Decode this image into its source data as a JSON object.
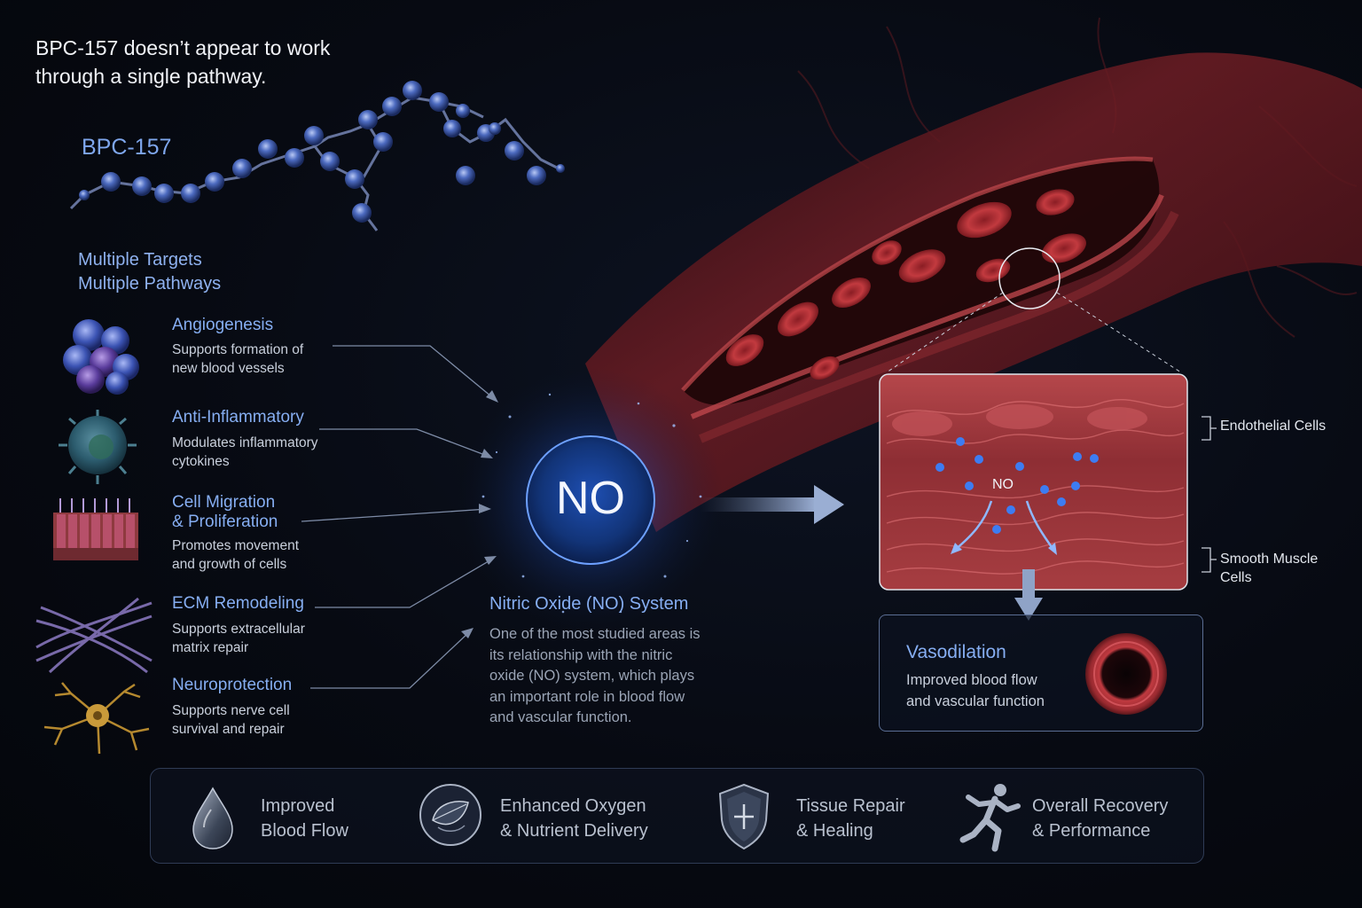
{
  "headline": {
    "line1": "BPC-157 doesn’t appear to work",
    "line2": "through a single pathway."
  },
  "molecule": {
    "label": "BPC-157"
  },
  "targets": {
    "line1": "Multiple Targets",
    "line2": "Multiple Pathways"
  },
  "pathways": [
    {
      "title": "Angiogenesis",
      "line1": "Supports formation of",
      "line2": "new blood vessels",
      "icon": "cell-cluster-icon"
    },
    {
      "title": "Anti-Inflammatory",
      "line1": "Modulates inflammatory",
      "line2": "cytokines",
      "icon": "immune-cell-icon"
    },
    {
      "title": "Cell Migration",
      "title2": "& Proliferation",
      "line1": "Promotes movement",
      "line2": "and growth of cells",
      "icon": "tissue-layer-icon"
    },
    {
      "title": "ECM Remodeling",
      "line1": "Supports extracellular",
      "line2": "matrix repair",
      "icon": "fibers-icon"
    },
    {
      "title": "Neuroprotection",
      "line1": "Supports nerve cell",
      "line2": "survival and repair",
      "icon": "neuron-icon"
    }
  ],
  "no_center": {
    "symbol": "NO",
    "title": "Nitric Oxide (NO) System",
    "desc_lines": [
      "One of the most studied areas is",
      "its relationship with the nitric",
      "oxide (NO) system, which plays",
      "an important role in blood flow",
      "and vascular function."
    ]
  },
  "vessel_detail": {
    "no_label": "NO",
    "endothelial_label": "Endothelial Cells",
    "smooth_label_1": "Smooth Muscle",
    "smooth_label_2": "Cells"
  },
  "vasodilation": {
    "title": "Vasodilation",
    "line1": "Improved blood flow",
    "line2": "and vascular function"
  },
  "benefits": [
    {
      "line1": "Improved",
      "line2": "Blood Flow",
      "icon": "droplet-icon"
    },
    {
      "line1": "Enhanced Oxygen",
      "line2": "& Nutrient Delivery",
      "icon": "leaf-globe-icon"
    },
    {
      "line1": "Tissue Repair",
      "line2": "& Healing",
      "icon": "shield-icon"
    },
    {
      "line1": "Overall Recovery",
      "line2": "& Performance",
      "icon": "runner-icon"
    }
  ],
  "colors": {
    "accent": "#86aef2",
    "vessel": "#a8333a",
    "no_glow": "#3f7ff0"
  }
}
